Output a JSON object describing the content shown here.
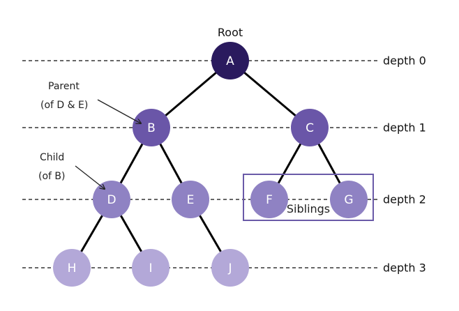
{
  "diagram": {
    "title_annotation": "Root",
    "nodes": [
      {
        "id": "A",
        "depth": 0,
        "color": "#2a1a5e"
      },
      {
        "id": "B",
        "depth": 1,
        "color": "#6a56a8"
      },
      {
        "id": "C",
        "depth": 1,
        "color": "#6a56a8"
      },
      {
        "id": "D",
        "depth": 2,
        "color": "#8f82c3"
      },
      {
        "id": "E",
        "depth": 2,
        "color": "#8f82c3"
      },
      {
        "id": "F",
        "depth": 2,
        "color": "#8f82c3"
      },
      {
        "id": "G",
        "depth": 2,
        "color": "#8f82c3"
      },
      {
        "id": "H",
        "depth": 3,
        "color": "#b3a8d8"
      },
      {
        "id": "I",
        "depth": 3,
        "color": "#b3a8d8"
      },
      {
        "id": "J",
        "depth": 3,
        "color": "#b3a8d8"
      }
    ],
    "edges": [
      [
        "A",
        "B"
      ],
      [
        "A",
        "C"
      ],
      [
        "B",
        "D"
      ],
      [
        "B",
        "E"
      ],
      [
        "C",
        "F"
      ],
      [
        "C",
        "G"
      ],
      [
        "D",
        "H"
      ],
      [
        "D",
        "I"
      ],
      [
        "E",
        "J"
      ]
    ],
    "depth_labels": [
      "depth 0",
      "depth 1",
      "depth 2",
      "depth 3"
    ],
    "annotations": {
      "parent_line1": "Parent",
      "parent_line2": "(of D & E)",
      "child_line1": "Child",
      "child_line2": "(of B)",
      "siblings": "Siblings"
    },
    "colors": {
      "edge": "#000000",
      "dashed_line": "#333333",
      "sibling_box": "#6a5aa8",
      "node_text": "#ffffff"
    }
  }
}
